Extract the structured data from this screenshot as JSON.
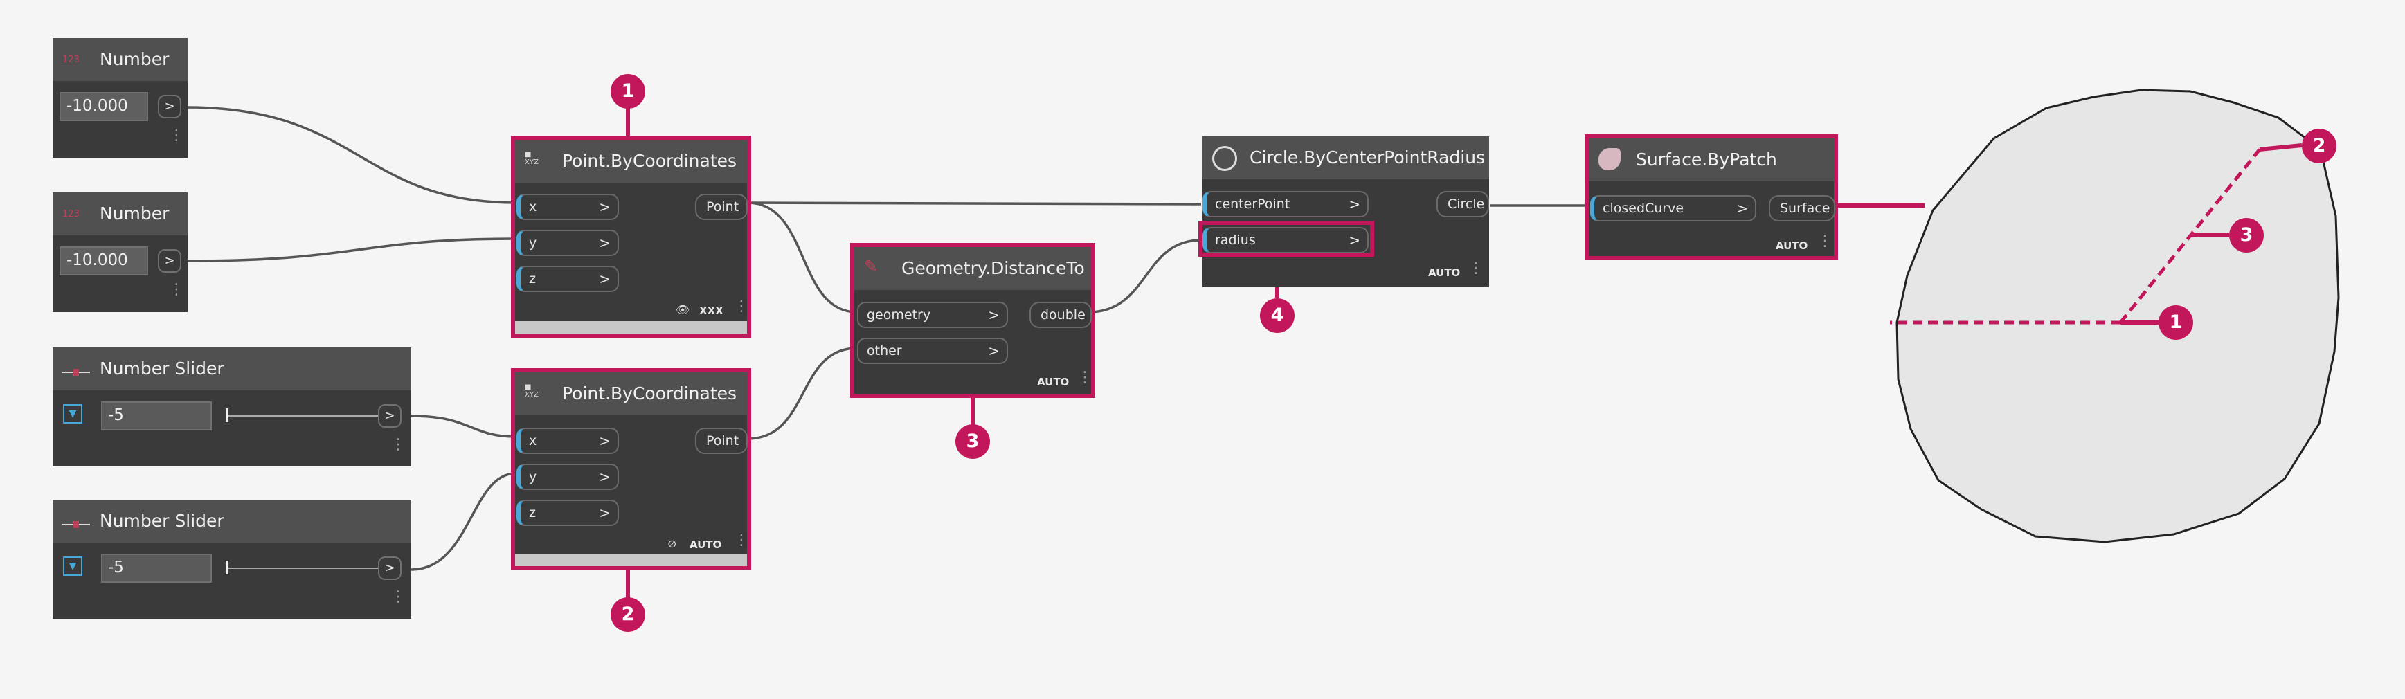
{
  "colors": {
    "highlight": "#c2185b",
    "node_bg": "#3a3a3a",
    "header_bg": "#505050",
    "input_marker": "#4aa8d8",
    "canvas_bg": "#f5f5f5"
  },
  "icons": {
    "number": "number-icon",
    "slider": "slider-icon",
    "point": "point-xyz-icon",
    "distance": "geometry-distance-icon",
    "circle": "circle-icon",
    "surface": "surface-icon",
    "output_arrow": ">"
  },
  "nodes": {
    "number1": {
      "title": "Number",
      "value": "-10.000",
      "out_arrow": ">"
    },
    "number2": {
      "title": "Number",
      "value": "-10.000",
      "out_arrow": ">"
    },
    "slider1": {
      "title": "Number Slider",
      "value": "-5",
      "out_arrow": ">"
    },
    "slider2": {
      "title": "Number Slider",
      "value": "-5",
      "out_arrow": ">"
    },
    "point1": {
      "title": "Point.ByCoordinates",
      "icon_text": "XYZ",
      "inputs": [
        "x",
        "y",
        "z"
      ],
      "output": "Point",
      "footer": "XXX"
    },
    "point2": {
      "title": "Point.ByCoordinates",
      "icon_text": "XYZ",
      "inputs": [
        "x",
        "y",
        "z"
      ],
      "output": "Point",
      "footer": "AUTO"
    },
    "distance": {
      "title": "Geometry.DistanceTo",
      "inputs": [
        "geometry",
        "other"
      ],
      "output": "double",
      "footer": "AUTO"
    },
    "circle": {
      "title": "Circle.ByCenterPointRadius",
      "inputs": [
        "centerPoint",
        "radius"
      ],
      "output": "Circle",
      "footer": "AUTO"
    },
    "surface": {
      "title": "Surface.ByPatch",
      "inputs": [
        "closedCurve"
      ],
      "output": "Surface",
      "footer": "AUTO"
    }
  },
  "callouts": {
    "point1": "1",
    "point2": "2",
    "distance": "3",
    "radius": "4",
    "geo_center": "1",
    "geo_edge": "2",
    "geo_radius": "3"
  },
  "arrow": ">"
}
